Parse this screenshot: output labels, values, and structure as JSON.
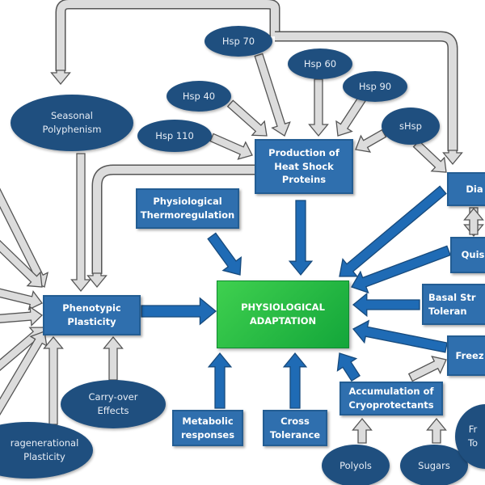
{
  "colors": {
    "box": "#2f6fae",
    "ellipse": "#1f4f7f",
    "center": "#22b845",
    "blue_arrow": "#1f6bb5",
    "gray_arrow": "#dcdcdc"
  },
  "nodes": {
    "hsp70": "Hsp 70",
    "hsp60": "Hsp 60",
    "hsp40": "Hsp 40",
    "hsp90": "Hsp 90",
    "hsp110": "Hsp 110",
    "shsp": "sHsp",
    "seasonal": "Seasonal\nPolyphenism",
    "heat_shock": "Production of\nHeat Shock\nProteins",
    "thermoregulation": "Physiological\nThermoregulation",
    "phenotypic": "Phenotypic\nPlasticity",
    "adaptation": "PHYSIOLOGICAL\nADAPTATION",
    "carryover": "Carry-over\nEffects",
    "transgenerational": "ragenerational\nPlasticity",
    "metabolic": "Metabolic\nresponses",
    "cross": "Cross\nTolerance",
    "cryo": "Accumulation of\nCryoprotectants",
    "polyols": "Polyols",
    "sugars": "Sugars",
    "diapause": "Dia",
    "quiescence": "Quis",
    "basal": "Basal Str\nToleran",
    "freeze": "Freez",
    "freeze_tol": "Fr\nTo"
  }
}
